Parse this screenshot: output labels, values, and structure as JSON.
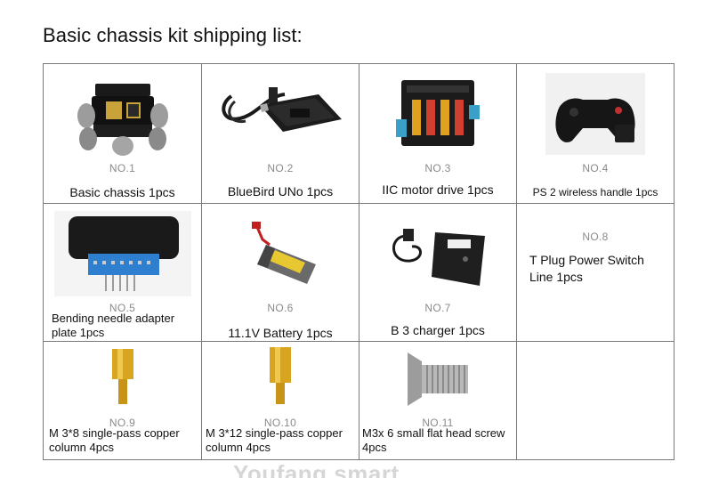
{
  "page": {
    "title": "Basic chassis kit shipping list:",
    "watermark": "Youfang smart"
  },
  "items": [
    {
      "no": "NO.1",
      "label": "Basic chassis 1pcs",
      "icon": "chassis-photo"
    },
    {
      "no": "NO.2",
      "label": "BlueBird UNo 1pcs",
      "icon": "board-photo"
    },
    {
      "no": "NO.3",
      "label": "IIC motor drive 1pcs",
      "icon": "motor-driver-photo"
    },
    {
      "no": "NO.4",
      "label": "PS 2 wireless handle 1pcs",
      "icon": "gamepad-photo"
    },
    {
      "no": "NO.5",
      "label": "Bending needle adapter plate 1pcs",
      "icon": "adapter-photo"
    },
    {
      "no": "NO.6",
      "label": "11.1V Battery 1pcs",
      "icon": "battery-photo"
    },
    {
      "no": "NO.7",
      "label": "B 3 charger 1pcs",
      "icon": "charger-photo"
    },
    {
      "no": "NO.8",
      "label": "T Plug Power Switch Line 1pcs",
      "icon": "none"
    },
    {
      "no": "NO.9",
      "label": "M 3*8 single-pass copper column 4pcs",
      "icon": "standoff-photo"
    },
    {
      "no": "NO.10",
      "label": "M 3*12 single-pass copper column 4pcs",
      "icon": "standoff-photo"
    },
    {
      "no": "NO.11",
      "label": "M3x 6 small flat head screw 4pcs",
      "icon": "screw-photo"
    }
  ]
}
